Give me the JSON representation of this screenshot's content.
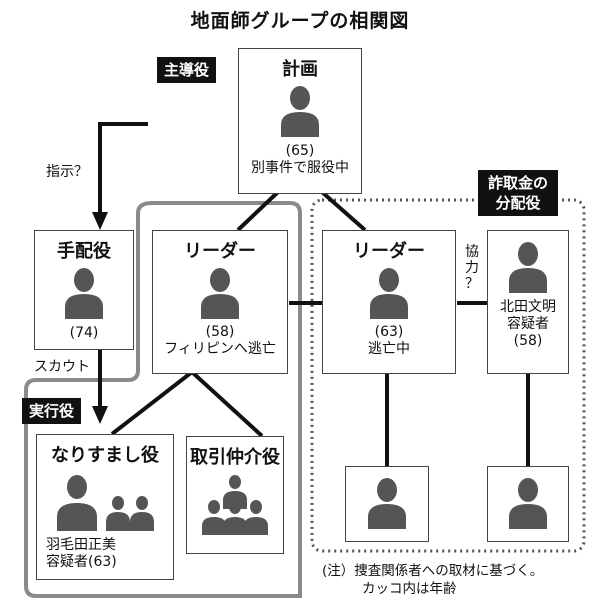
{
  "title": "地面師グループの相関図",
  "badges": {
    "leader_role": "主導役",
    "executor_role": "実行役",
    "distribution_line1": "詐取金の",
    "distribution_line2": "分配役"
  },
  "nodes": {
    "plan": {
      "role": "計画",
      "age": "(65)",
      "note": "別事件で服役中"
    },
    "arranger": {
      "role": "手配役",
      "age": "(74)"
    },
    "leader_a": {
      "role": "リーダー",
      "age": "(58)",
      "note": "フィリピンへ逃亡"
    },
    "leader_b": {
      "role": "リーダー",
      "age": "(63)",
      "note": "逃亡中"
    },
    "kitada": {
      "name1": "北田文明",
      "name2": "容疑者",
      "age": "(58)"
    },
    "impostor": {
      "role": "なりすまし役",
      "name1": "羽毛田正美",
      "name2": "容疑者(63)"
    },
    "broker": {
      "role": "取引仲介役"
    }
  },
  "edge_labels": {
    "instruction": "指示？",
    "scout": "スカウト",
    "cooperation": "協力？"
  },
  "footnote": {
    "line1": "(注）捜査関係者への取材に基づく。",
    "line2": "カッコ内は年齢"
  }
}
